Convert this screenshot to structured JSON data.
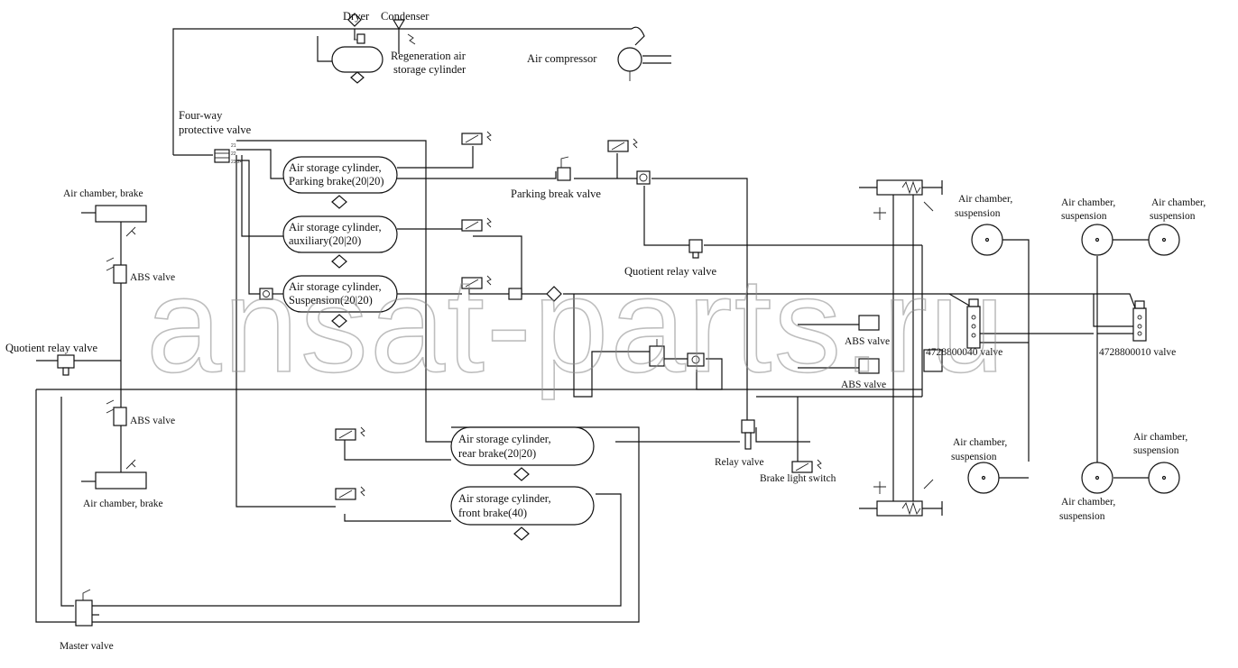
{
  "labels": {
    "dryer": "Dryer",
    "condenser": "Condenser",
    "regen_1": "Regeneration air",
    "regen_2": "storage cylinder",
    "air_compressor": "Air compressor",
    "four_way_1": "Four-way",
    "four_way_2": "protective valve",
    "chamber_brake_top": "Air chamber, brake",
    "chamber_brake_bottom": "Air chamber, brake",
    "abs_left_top": "ABS valve",
    "abs_left_bottom": "ABS valve",
    "quotient_relay_left": "Quotient relay valve",
    "quotient_relay_center": "Quotient relay valve",
    "master_valve": "Master valve",
    "cyl_parking_1": "Air storage cylinder,",
    "cyl_parking_2": "Parking brake(20|20)",
    "cyl_aux_1": "Air storage cylinder,",
    "cyl_aux_2": "auxiliary(20|20)",
    "cyl_susp_1": "Air storage cylinder,",
    "cyl_susp_2": "Suspension(20|20)",
    "cyl_rear_1": "Air storage cylinder,",
    "cyl_rear_2": "rear brake(20|20)",
    "cyl_front_1": "Air storage cylinder,",
    "cyl_front_2": "front brake(40)",
    "parking_brake_valve": "Parking break valve",
    "relay_valve": "Relay valve",
    "brake_light_switch": "Brake light switch",
    "abs_center_1": "ABS valve",
    "abs_center_2": "ABS valve",
    "valve_040": "4728800040 valve",
    "valve_010": "4728800010 valve",
    "susp_chamber_a1": "Air chamber,",
    "susp_chamber_a2": "suspension",
    "susp_chamber_b1": "Air chamber,",
    "susp_chamber_b2": "suspension",
    "susp_chamber_c1": "Air chamber,",
    "susp_chamber_c2": "suspension",
    "susp_chamber_d1": "Air chamber,",
    "susp_chamber_d2": "suspension",
    "susp_chamber_e1": "Air chamber,",
    "susp_chamber_e2": "suspension",
    "susp_chamber_f1": "Air chamber,",
    "susp_chamber_f2": "suspension"
  },
  "watermark": "ansat-parts.ru",
  "colors": {
    "line": "#111111",
    "background": "#ffffff",
    "watermark": "#8a8a8a"
  }
}
